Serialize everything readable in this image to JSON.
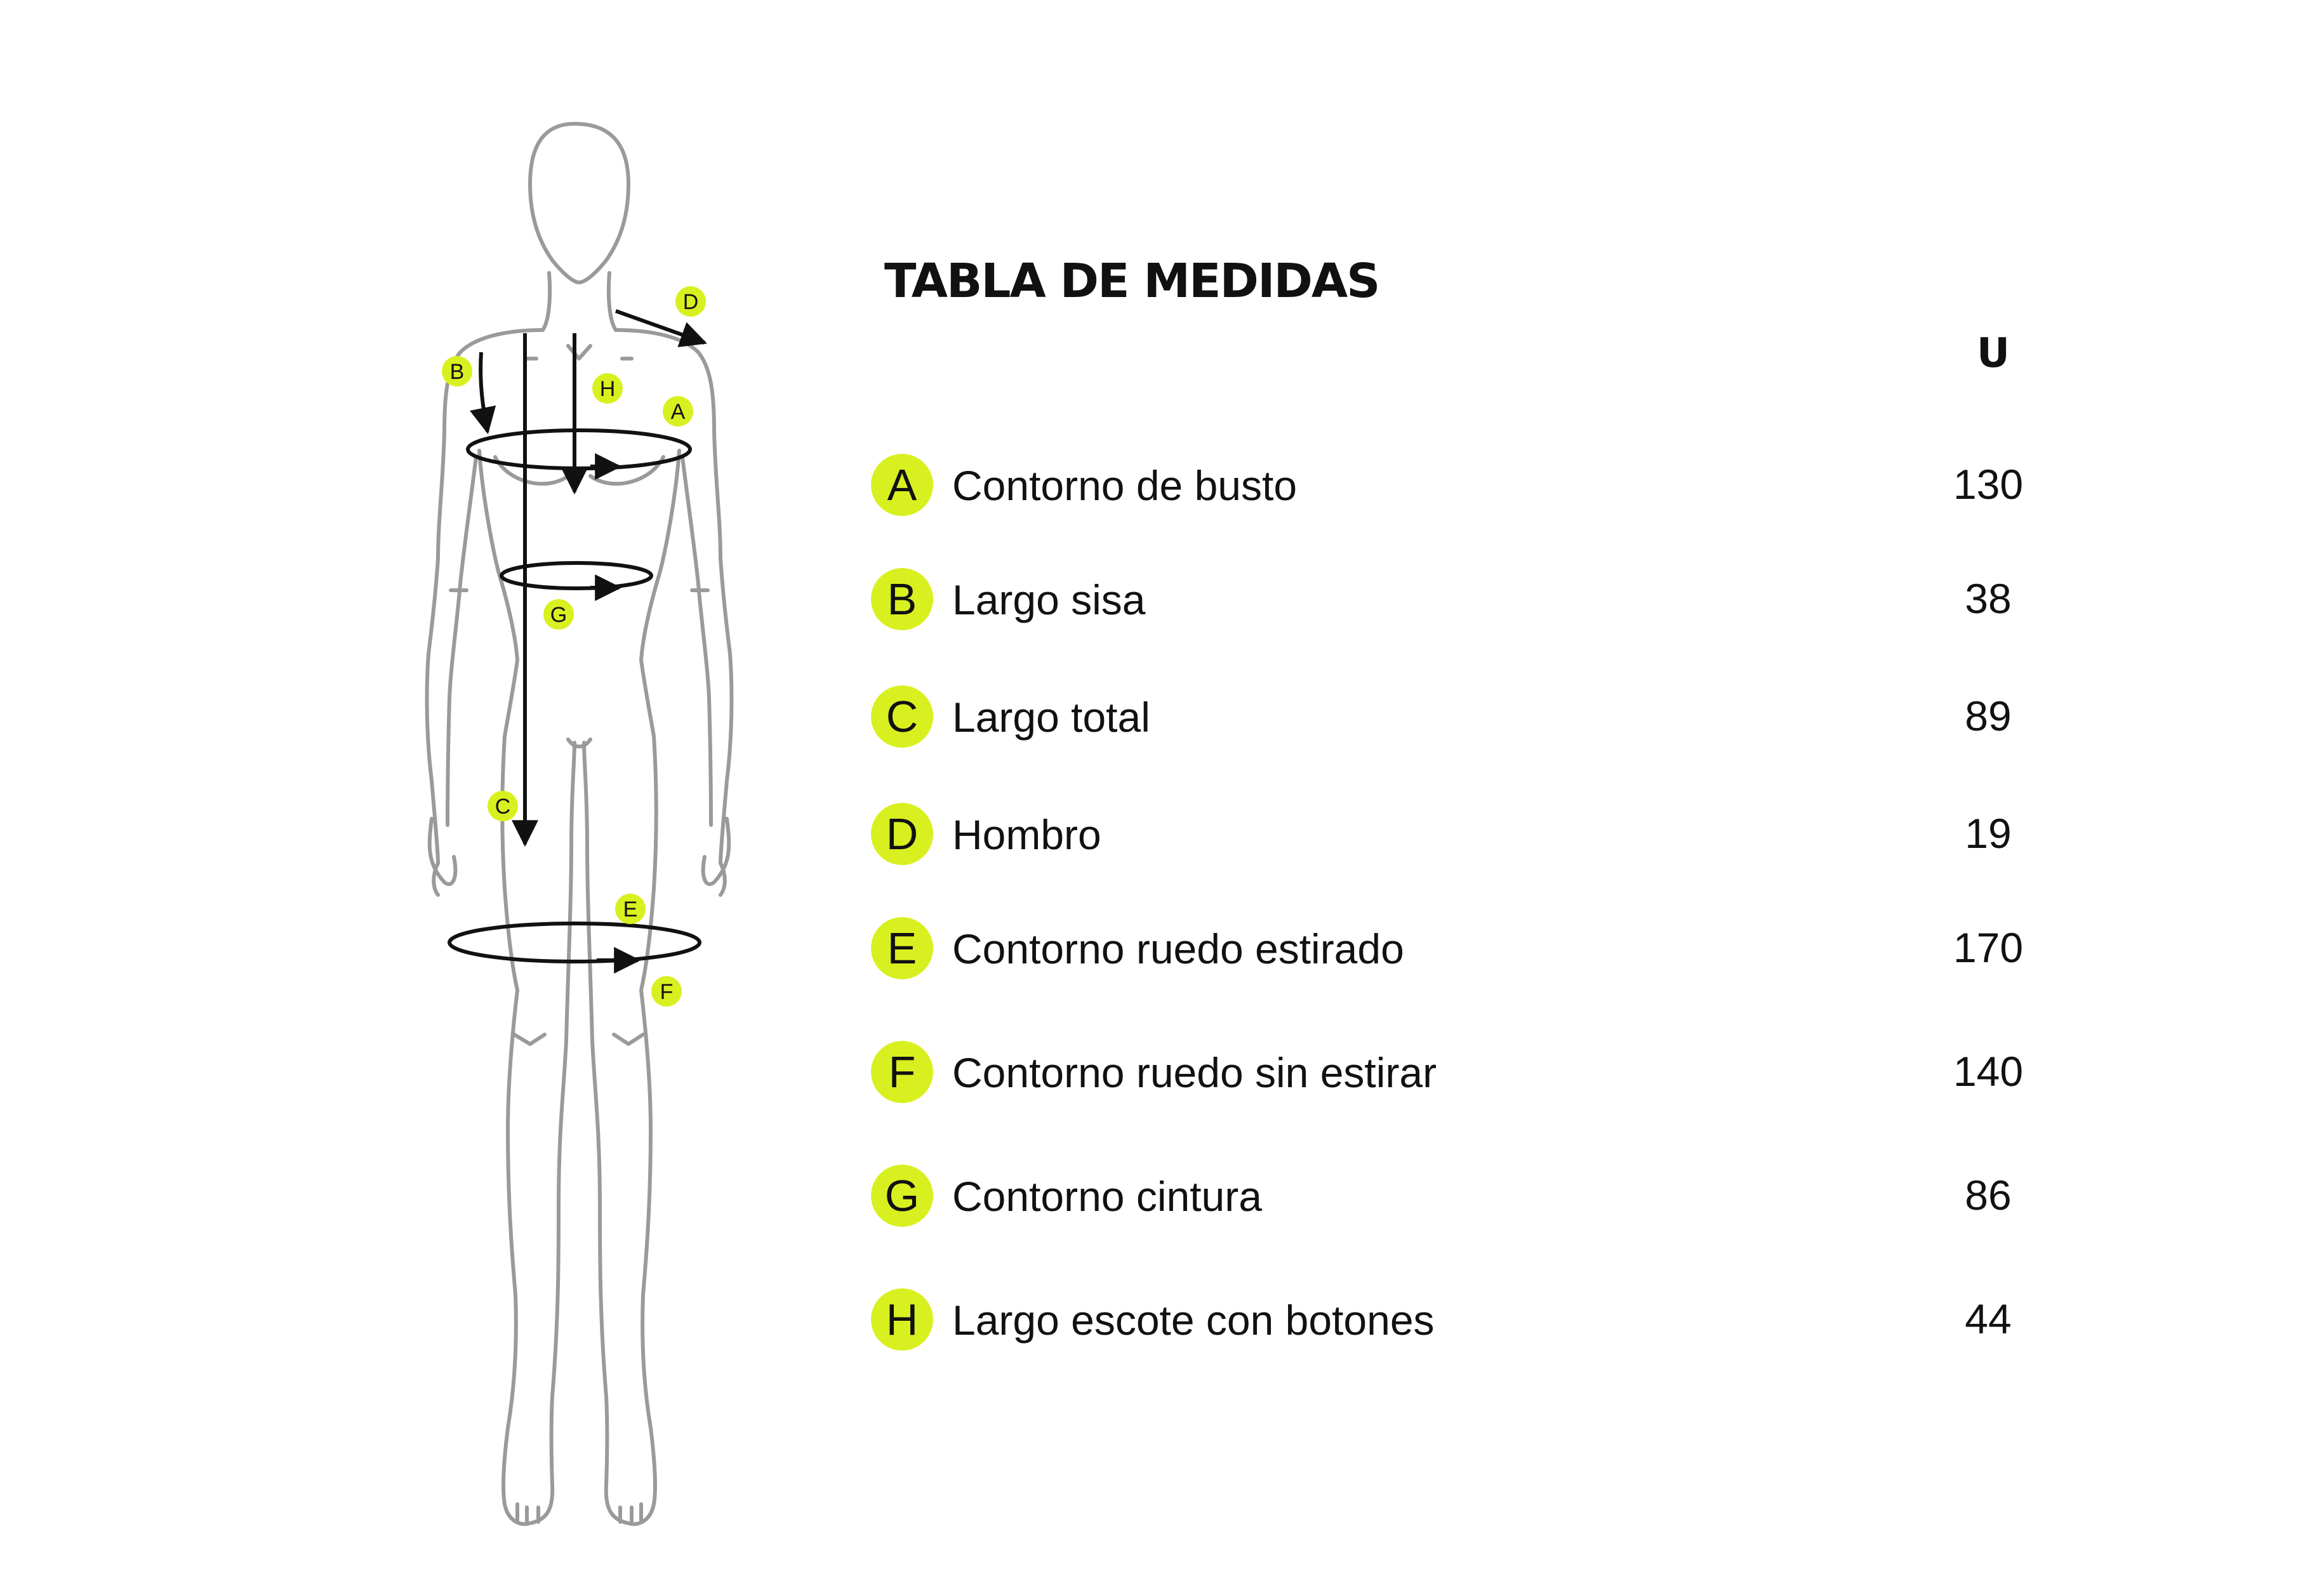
{
  "table": {
    "title": "TABLA DE MEDIDAS",
    "size_header": "U",
    "rows": [
      {
        "letter": "A",
        "label": "Contorno de busto",
        "value": "130"
      },
      {
        "letter": "B",
        "label": "Largo sisa",
        "value": "38"
      },
      {
        "letter": "C",
        "label": "Largo total",
        "value": "89"
      },
      {
        "letter": "D",
        "label": "Hombro",
        "value": "19"
      },
      {
        "letter": "E",
        "label": "Contorno ruedo estirado",
        "value": "170"
      },
      {
        "letter": "F",
        "label": "Contorno ruedo sin estirar",
        "value": "140"
      },
      {
        "letter": "G",
        "label": "Contorno cintura",
        "value": "86"
      },
      {
        "letter": "H",
        "label": "Largo escote con botones",
        "value": "44"
      }
    ]
  },
  "colors": {
    "badge": "#d9f020",
    "outline": "#9a9a9a",
    "measure_line": "#111111"
  },
  "figure": {
    "icon": "female-body-outline"
  }
}
